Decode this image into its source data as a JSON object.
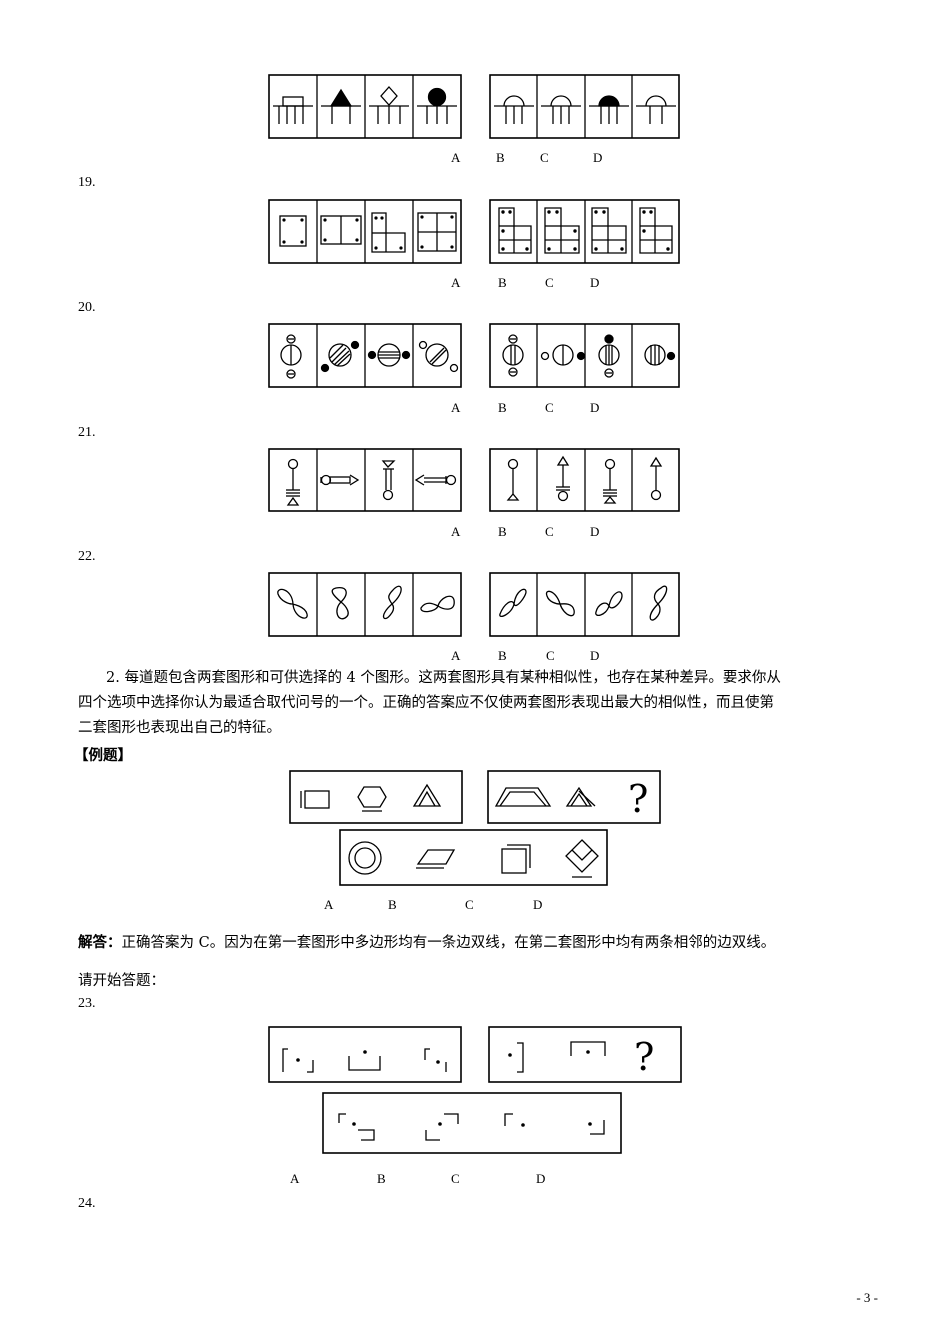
{
  "questions": {
    "q19": "19.",
    "q20": "20.",
    "q21": "21.",
    "q22": "22.",
    "q23": "23.",
    "q24": "24."
  },
  "option_labels": [
    "A",
    "B",
    "C",
    "D"
  ],
  "instructions": {
    "line1": "2. 每道题包含两套图形和可供选择的 4 个图形。这两套图形具有某种相似性，也存在某种差异。要求你从",
    "line2": "四个选项中选择你认为最适合取代问号的一个。正确的答案应不仅使两套图形表现出最大的相似性，而且使第",
    "line3": "二套图形也表现出自己的特征。"
  },
  "example": {
    "heading": "【例题】",
    "answer_label": "解答：",
    "answer_text": "正确答案为 C。因为在第一套图形中多边形均有一条边双线，在第二套图形中均有两条相邻的边双线。"
  },
  "start_text": "请开始答题：",
  "question_mark": "?",
  "page_number": "- 3 -"
}
